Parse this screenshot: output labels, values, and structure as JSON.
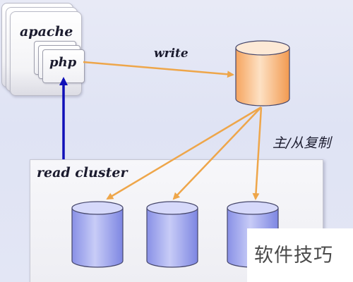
{
  "labels": {
    "apache": "apache",
    "php": "php",
    "write": "write",
    "replication": "主/从复制",
    "read_cluster": "read cluster"
  },
  "watermark": {
    "text": "软件技巧"
  },
  "colors": {
    "write_arrow": "#eea64a",
    "replication_arrow": "#eea64a",
    "read_arrow": "#1010b8",
    "master_db_fill": "#fbbc80",
    "slave_db_fill": "#9ea5ee",
    "db_outline": "#45466a"
  },
  "icons": {
    "master": "database-icon",
    "slaves": [
      "database-icon",
      "database-icon",
      "database-icon"
    ]
  }
}
